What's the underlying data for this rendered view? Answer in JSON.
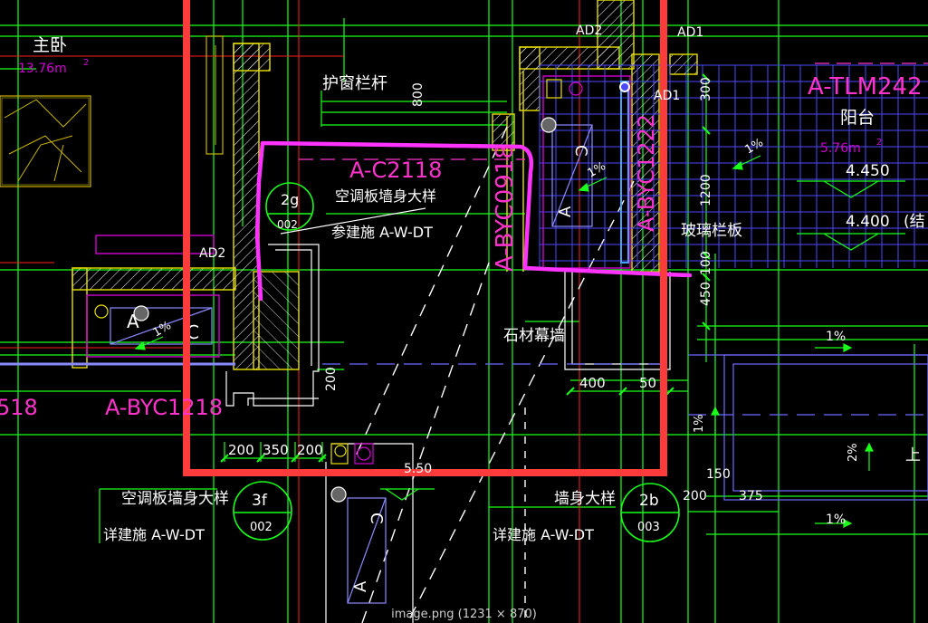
{
  "caption": "image.png (1231 × 870)",
  "labels": {
    "master_bedroom": "主卧",
    "master_bedroom_area": "13.76m",
    "area_sup": "2",
    "window_rail": "护窗栏杆",
    "dim_800": "800",
    "tag_ad2_top": "AD2",
    "tag_ad1_top": "AD1",
    "tag_ad1_right": "AD1",
    "tag_ad2_left": "AD2",
    "tlm_label": "A-TLM242",
    "balcony": "阳台",
    "balcony_area": "5.76m",
    "window_c2118": "A-C2118",
    "ac_board_detail_1": "空调板墙身大样",
    "detail_2g_num": "2g",
    "detail_2g_sheet": "002",
    "see_sheet_1": "参建施 A-W-DT",
    "byc_vertical_1": "A-BYC0918",
    "byc_vertical_2": "A-BYC1222",
    "dim_300": "300",
    "dim_1200": "1200",
    "dim_100": "100",
    "dim_450": "450",
    "elev_4450": "4.450",
    "elev_4400": "4.400",
    "elev_note": "(结",
    "glass_rail": "玻璃栏板",
    "stone_veneer": "石材幕墙",
    "dim_400": "400",
    "dim_50": "50",
    "slope_1pct_a": "1%",
    "slope_1pct_b": "1%",
    "slope_1pct_c": "1%",
    "slope_1pct_d": "1%",
    "slope_2pct": "2%",
    "dim_200_v": "200",
    "byc_1218": "A-BYC1218",
    "left_cut_num": "518",
    "dim_200_a": "200",
    "dim_350": "350",
    "dim_200_b": "200",
    "ac_board_detail_2": "空调板墙身大样",
    "see_sheet_2": "详建施 A-W-DT",
    "detail_3f_num": "3f",
    "detail_3f_sheet": "002",
    "wall_detail": "墙身大样",
    "see_sheet_3": "详建施 A-W-DT",
    "detail_2b_num": "2b",
    "detail_2b_sheet": "003",
    "dim_150": "150",
    "dim_200_c": "200",
    "dim_375": "375",
    "unit_a": "A",
    "unit_c": "C",
    "partial_label": "5.50",
    "partial_right": "上"
  }
}
